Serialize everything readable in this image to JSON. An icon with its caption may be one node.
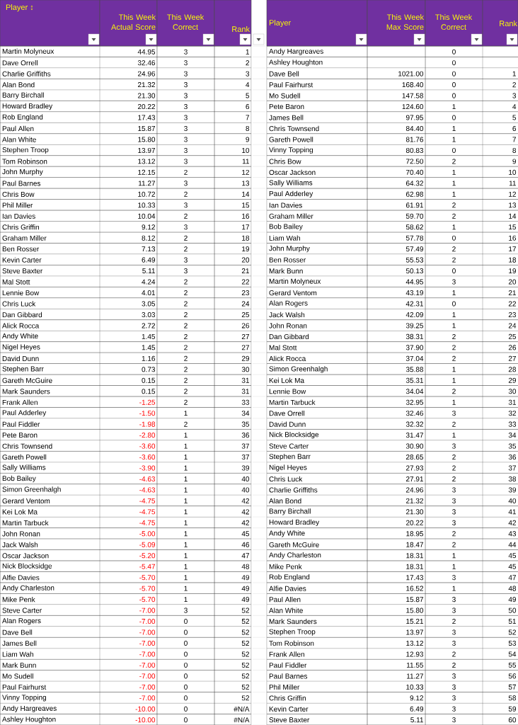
{
  "diagram": {
    "labels": [
      "Player ↕",
      "This Week Actual Score",
      "This Week Correct",
      "Rank",
      "Player",
      "This Week Max Score",
      "This Week Correct",
      "Rank",
      "Martin Molyneux",
      "44.95",
      "3",
      "1",
      "Andy Hargreaves",
      "0",
      "Dave Orrell",
      "32.46",
      "3",
      "2",
      "Ashley Houghton",
      "0",
      "Charlie Griffiths",
      "24.96",
      "3",
      "3",
      "Dave Bell",
      "1021.00",
      "0",
      "1",
      "Alan Bond",
      "21.32",
      "3",
      "4",
      "Paul Fairhurst",
      "168.40",
      "0",
      "2",
      "Barry Birchall",
      "21.30",
      "3",
      "5",
      "Mo Sudell",
      "147.58",
      "0",
      "3",
      "Howard Bradley",
      "20.22",
      "3",
      "6",
      "Pete Baron",
      "124.60",
      "1",
      "4",
      "Rob England",
      "17.43",
      "3",
      "7",
      "James Bell",
      "97.95",
      "0",
      "5",
      "Paul Allen",
      "15.87",
      "3",
      "8",
      "Chris Townsend",
      "84.40",
      "1",
      "6",
      "Alan White",
      "15.80",
      "3",
      "9",
      "Gareth Powell",
      "81.76",
      "1",
      "7",
      "Stephen Troop",
      "13.97",
      "3",
      "10",
      "Vinny Topping",
      "80.83",
      "0",
      "8",
      "Tom Robinson",
      "13.12",
      "3",
      "11",
      "Chris Bow",
      "72.50",
      "2",
      "9",
      "John Murphy",
      "12.15",
      "2",
      "12",
      "Oscar Jackson",
      "70.40",
      "1",
      "10",
      "Paul Barnes",
      "11.27",
      "3",
      "13",
      "Sally Williams",
      "64.32",
      "1",
      "11",
      "Chris Bow",
      "10.72",
      "2",
      "14",
      "Paul Adderley",
      "62.98",
      "1",
      "12",
      "Phil Miller",
      "10.33",
      "3",
      "15",
      "Ian Davies",
      "61.91",
      "2",
      "13",
      "Ian Davies",
      "10.04",
      "2",
      "16",
      "Graham Miller",
      "59.70",
      "2",
      "14",
      "Chris Griffin",
      "9.12",
      "3",
      "17",
      "Bob Bailey",
      "58.62",
      "1",
      "15",
      "Graham Miller",
      "8.12",
      "2",
      "18",
      "Liam Wah",
      "57.78",
      "0",
      "16",
      "Ben Rosser",
      "7.13",
      "2",
      "19",
      "John Murphy",
      "57.49",
      "2",
      "17",
      "Kevin Carter",
      "6.49",
      "3",
      "20",
      "Ben Rosser",
      "55.53",
      "2",
      "18",
      "Steve Baxter",
      "5.11",
      "3",
      "21",
      "Mark Bunn",
      "50.13",
      "0",
      "19",
      "Mal Stott",
      "4.24",
      "2",
      "22",
      "Martin Molyneux",
      "44.95",
      "3",
      "20",
      "Lennie Bow",
      "4.01",
      "2",
      "23",
      "Gerard Ventom",
      "43.19",
      "1",
      "21",
      "Chris Luck",
      "3.05",
      "2",
      "24",
      "Alan Rogers",
      "42.31",
      "0",
      "22",
      "Dan Gibbard",
      "3.03",
      "2",
      "25",
      "Jack Walsh",
      "42.09",
      "1",
      "23",
      "Alick Rocca",
      "2.72",
      "2",
      "26",
      "John Ronan",
      "39.25",
      "1",
      "24",
      "Andy White",
      "1.45",
      "2",
      "27",
      "Dan Gibbard",
      "38.31",
      "2",
      "25",
      "Nigel Heyes",
      "1.45",
      "2",
      "27",
      "Mal Stott",
      "37.90",
      "2",
      "26",
      "David Dunn",
      "1.16",
      "2",
      "29",
      "Alick Rocca",
      "37.04",
      "2",
      "27",
      "Stephen Barr",
      "0.73",
      "2",
      "30",
      "Simon Greenhalgh",
      "35.88",
      "1",
      "28",
      "Gareth McGuire",
      "0.15",
      "2",
      "31",
      "Kei Lok Ma",
      "35.31",
      "1",
      "29",
      "Mark Saunders",
      "0.15",
      "2",
      "31",
      "Lennie Bow",
      "34.04",
      "2",
      "30",
      "Frank Allen",
      "-1.25",
      "2",
      "33",
      "Martin Tarbuck",
      "32.95",
      "1",
      "31",
      "Paul Adderley",
      "-1.50",
      "1",
      "34",
      "Dave Orrell",
      "32.46",
      "3",
      "32",
      "Paul Fiddler",
      "-1.98",
      "2",
      "35",
      "David Dunn",
      "32.32",
      "2",
      "33",
      "Pete Baron",
      "-2.80",
      "1",
      "36",
      "Nick Blocksidge",
      "31.47",
      "1",
      "34",
      "Chris Townsend",
      "-3.60",
      "1",
      "37",
      "Steve Carter",
      "30.90",
      "3",
      "35",
      "Gareth Powell",
      "-3.60",
      "1",
      "37",
      "Stephen Barr",
      "28.65",
      "2",
      "36",
      "Sally Williams",
      "-3.90",
      "1",
      "39",
      "Nigel Heyes",
      "27.93",
      "2",
      "37",
      "Bob Bailey",
      "-4.63",
      "1",
      "40",
      "Chris Luck",
      "27.91",
      "2",
      "38",
      "Simon Greenhalgh",
      "-4.63",
      "1",
      "40",
      "Charlie Griffiths",
      "24.96",
      "3",
      "39",
      "Gerard Ventom",
      "-4.75",
      "1",
      "42",
      "Alan Bond",
      "21.32",
      "3",
      "40",
      "Kei Lok Ma",
      "-4.75",
      "1",
      "42",
      "Barry Birchall",
      "21.30",
      "3",
      "41",
      "Martin Tarbuck",
      "-4.75",
      "1",
      "42",
      "Howard Bradley",
      "20.22",
      "3",
      "42",
      "John Ronan",
      "-5.00",
      "1",
      "45",
      "Andy White",
      "18.95",
      "2",
      "43",
      "Jack Walsh",
      "-5.09",
      "1",
      "46",
      "Gareth McGuire",
      "18.47",
      "2",
      "44",
      "Oscar Jackson",
      "-5.20",
      "1",
      "47",
      "Andy Charleston",
      "18.31",
      "1",
      "45",
      "Nick Blocksidge",
      "-5.47",
      "1",
      "48",
      "Mike Penk",
      "18.31",
      "1",
      "45",
      "Alfie Davies",
      "-5.70",
      "1",
      "49",
      "Rob England",
      "17.43",
      "3",
      "47",
      "Andy Charleston",
      "-5.70",
      "1",
      "49",
      "Alfie Davies",
      "16.52",
      "1",
      "48",
      "Mike Penk",
      "-5.70",
      "1",
      "49",
      "Paul Allen",
      "15.87",
      "3",
      "49",
      "Steve Carter",
      "-7.00",
      "3",
      "52",
      "Alan White",
      "15.80",
      "3",
      "50",
      "Alan Rogers",
      "-7.00",
      "0",
      "52",
      "Mark Saunders",
      "15.21",
      "2",
      "51",
      "Dave Bell",
      "-7.00",
      "0",
      "52",
      "Stephen Troop",
      "13.97",
      "3",
      "52",
      "James Bell",
      "-7.00",
      "0",
      "52",
      "Tom Robinson",
      "13.12",
      "3",
      "53",
      "Liam Wah",
      "-7.00",
      "0",
      "52",
      "Frank Allen",
      "12.93",
      "2",
      "54",
      "Mark Bunn",
      "-7.00",
      "0",
      "52",
      "Paul Fiddler",
      "11.55",
      "2",
      "55",
      "Mo Sudell",
      "-7.00",
      "0",
      "52",
      "Paul Barnes",
      "11.27",
      "3",
      "56",
      "Paul Fairhurst",
      "-7.00",
      "0",
      "52",
      "Phil Miller",
      "10.33",
      "3",
      "57",
      "Vinny Topping",
      "-7.00",
      "0",
      "52",
      "Chris Griffin",
      "9.12",
      "3",
      "58",
      "Andy Hargreaves",
      "-10.00",
      "0",
      "#N/A",
      "Kevin Carter",
      "6.49",
      "3",
      "59",
      "Ashley Houghton",
      "-10.00",
      "0",
      "#N/A",
      "Steve Baxter",
      "5.11",
      "3",
      "60"
    ]
  }
}
